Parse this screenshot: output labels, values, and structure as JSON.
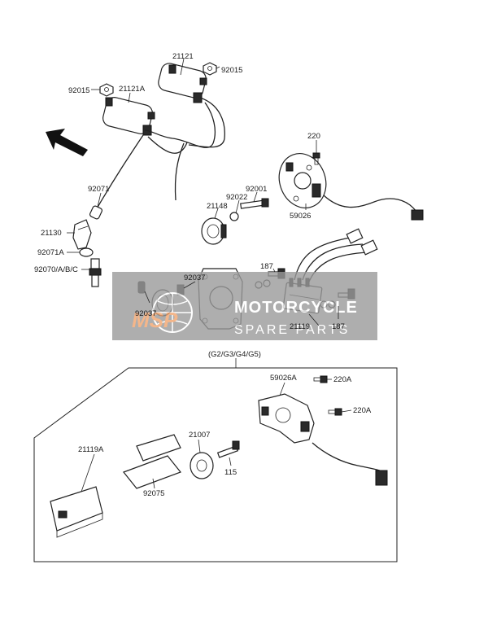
{
  "labels": {
    "p21121": "21121",
    "p92015a": "92015",
    "p92015b": "92015",
    "p21121A": "21121A",
    "p220": "220",
    "p92071": "92071",
    "p92001": "92001",
    "p92022": "92022",
    "p21148": "21148",
    "p59026": "59026",
    "p21130": "21130",
    "p92071A": "92071A",
    "p92070": "92070/A/B/C",
    "p187a": "187",
    "p187b": "187",
    "p92037a": "92037",
    "p92037b": "92037",
    "p21119": "21119",
    "variant": "(G2/G3/G4/G5)",
    "p59026A": "59026A",
    "p220Aa": "220A",
    "p220Ab": "220A",
    "p21007": "21007",
    "p21119A": "21119A",
    "p115": "115",
    "p92075": "92075"
  },
  "watermark": {
    "logo": "MSP",
    "line1": "MOTORCYCLE",
    "line2": "SPARE PARTS"
  },
  "colors": {
    "watermark_box": "#9a9a9a",
    "logo_orange": "#f2a46e",
    "line": "#222222"
  }
}
